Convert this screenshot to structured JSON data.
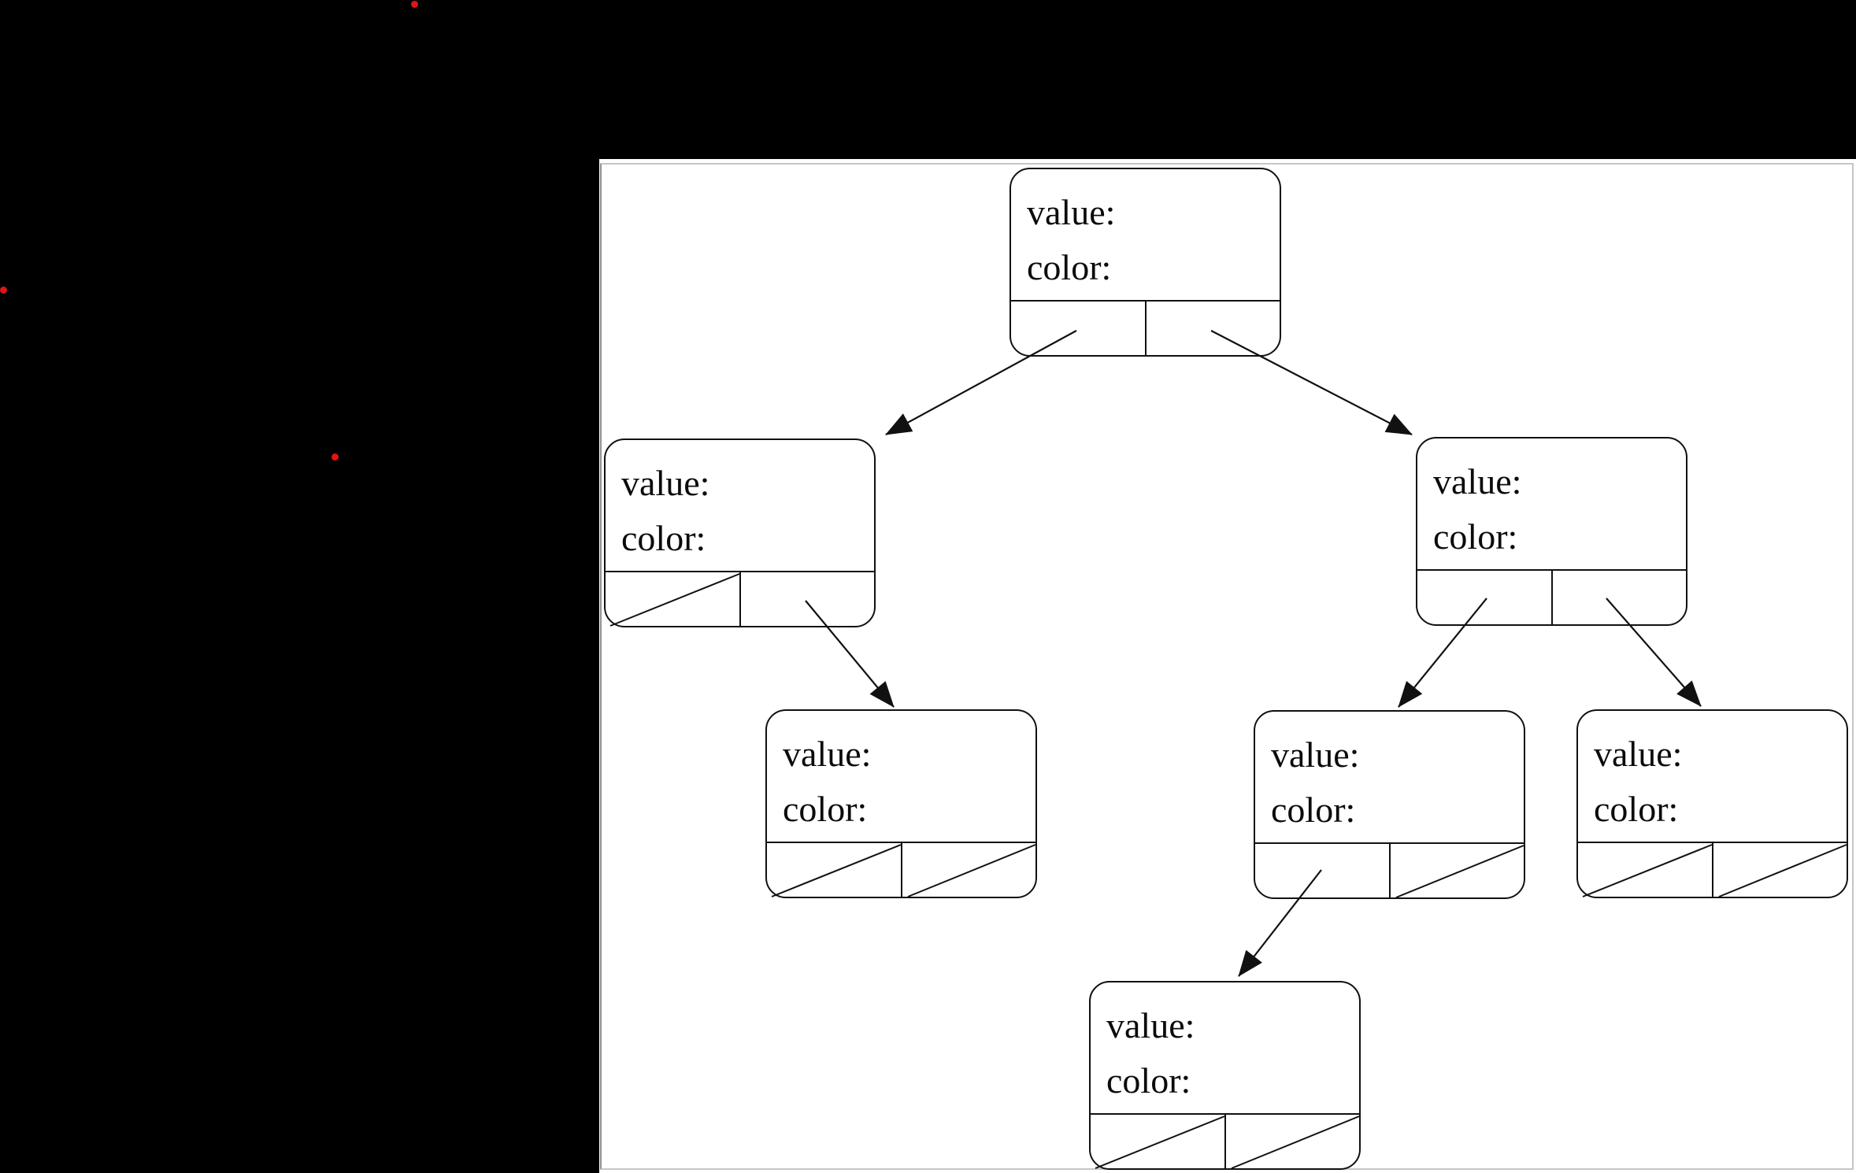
{
  "scene": {
    "background_color": "#000000",
    "canvas_background_color": "#ffffff",
    "line_color": "#111111",
    "annotation_dot_color": "#e01414",
    "annotation_dots": [
      "top-black-area",
      "left-edge-black-area",
      "mid-black-area"
    ]
  },
  "nodes": [
    {
      "id": "root",
      "value_label": "value:",
      "color_label": "color:",
      "left_pointer": "arrow",
      "right_pointer": "arrow"
    },
    {
      "id": "left-child",
      "value_label": "value:",
      "color_label": "color:",
      "left_pointer": "null",
      "right_pointer": "arrow"
    },
    {
      "id": "right-child",
      "value_label": "value:",
      "color_label": "color:",
      "left_pointer": "arrow",
      "right_pointer": "arrow"
    },
    {
      "id": "left-right-grandchild",
      "value_label": "value:",
      "color_label": "color:",
      "left_pointer": "null",
      "right_pointer": "null"
    },
    {
      "id": "right-left-grandchild",
      "value_label": "value:",
      "color_label": "color:",
      "left_pointer": "arrow",
      "right_pointer": "null"
    },
    {
      "id": "right-right-grandchild",
      "value_label": "value:",
      "color_label": "color:",
      "left_pointer": "null",
      "right_pointer": "null"
    },
    {
      "id": "right-left-left-greatgrandchild",
      "value_label": "value:",
      "color_label": "color:",
      "left_pointer": "null",
      "right_pointer": "null"
    }
  ],
  "edges": [
    {
      "from": "root",
      "pointer": "left",
      "to": "left-child"
    },
    {
      "from": "root",
      "pointer": "right",
      "to": "right-child"
    },
    {
      "from": "left-child",
      "pointer": "right",
      "to": "left-right-grandchild"
    },
    {
      "from": "right-child",
      "pointer": "left",
      "to": "right-left-grandchild"
    },
    {
      "from": "right-child",
      "pointer": "right",
      "to": "right-right-grandchild"
    },
    {
      "from": "right-left-grandchild",
      "pointer": "left",
      "to": "right-left-left-greatgrandchild"
    }
  ]
}
